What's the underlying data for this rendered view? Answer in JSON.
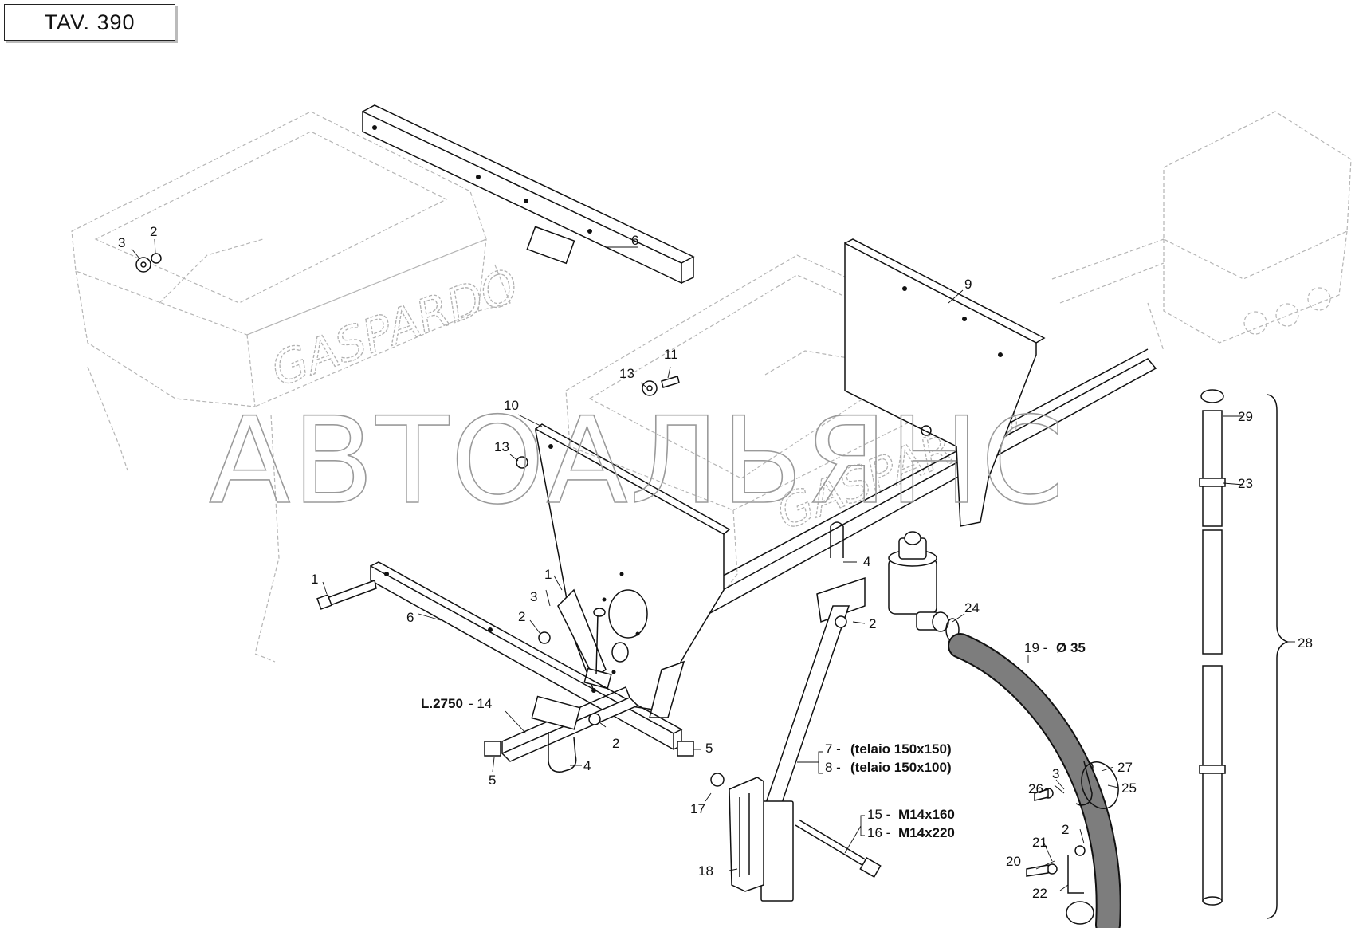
{
  "title": "TAV. 390",
  "watermark": "АВТОАЛЬЯНС",
  "brand": "GASPARDO",
  "labels": {
    "l1a": "1",
    "l1b": "1",
    "l2a": "2",
    "l2b": "2",
    "l2c": "2",
    "l2d": "2",
    "l2e": "2",
    "l3a": "3",
    "l3b": "3",
    "l3c": "3",
    "l4a": "4",
    "l4b": "4",
    "l5a": "5",
    "l5b": "5",
    "l6a": "6",
    "l6b": "6",
    "l9": "9",
    "l10": "10",
    "l11": "11",
    "l13a": "13",
    "l13b": "13",
    "l14_prefix": "L.2750",
    "l14": " - 14",
    "l17": "17",
    "l18": "18",
    "l19": "19 - ",
    "l19_spec": "Ø 35",
    "l20": "20",
    "l21": "21",
    "l22": "22",
    "l23": "23",
    "l24": "24",
    "l25": "25",
    "l26": "26",
    "l27": "27",
    "l28": "28",
    "l29": "29",
    "l7": "7 - ",
    "l7_spec": "(telaio 150x150)",
    "l8": "8 - ",
    "l8_spec": "(telaio 150x100)",
    "l15": "15 - ",
    "l15_spec": "M14x160",
    "l16": "16 - ",
    "l16_spec": "M14x220"
  }
}
